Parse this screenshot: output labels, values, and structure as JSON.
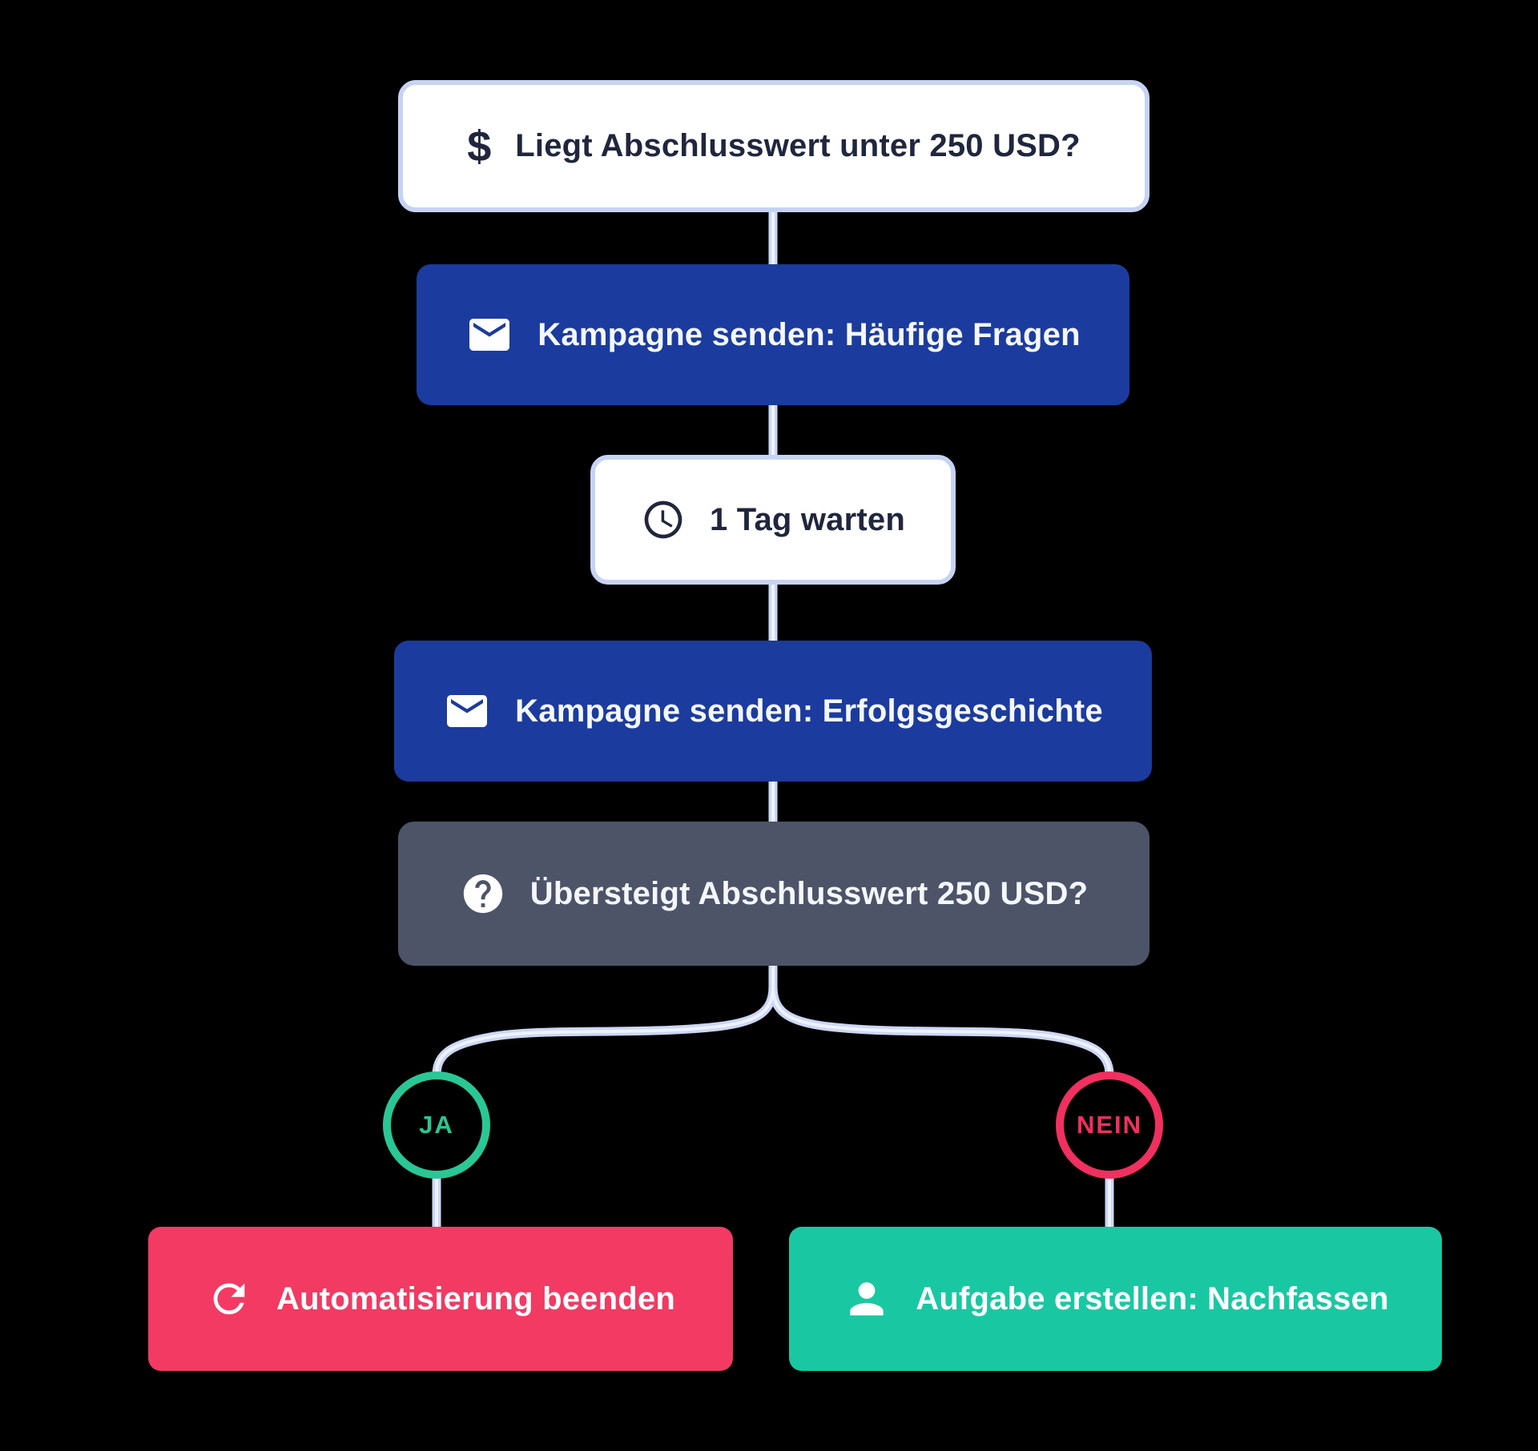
{
  "flowchart": {
    "nodes": {
      "deal_under": {
        "label": "Liegt Abschlusswert unter 250 USD?",
        "icon": "dollar-icon"
      },
      "campaign_faq": {
        "label": "Kampagne senden: Häufige Fragen",
        "icon": "mail-icon"
      },
      "wait": {
        "label": "1 Tag warten",
        "icon": "clock-icon"
      },
      "campaign_success": {
        "label": "Kampagne senden: Erfolgsgeschichte",
        "icon": "mail-icon"
      },
      "question": {
        "label": "Übersteigt Abschlusswert 250 USD?",
        "icon": "question-icon"
      },
      "end_automation": {
        "label": "Automatisierung beenden",
        "icon": "refresh-icon"
      },
      "create_task": {
        "label": "Aufgabe erstellen: Nachfassen",
        "icon": "person-icon"
      }
    },
    "branches": {
      "yes": "JA",
      "no": "NEIN"
    },
    "icons": {
      "dollar_glyph": "$"
    },
    "colors": {
      "background": "#000000",
      "connector": "#ccd7f4",
      "connector_core": "#eef2fd",
      "node_blue": "#1b3b9e",
      "node_gray": "#4d5468",
      "node_pink": "#f23a63",
      "node_green": "#19c8a2",
      "ring_yes": "#29c795",
      "ring_no": "#f0305f",
      "light_box_border": "#c7d3f3",
      "dark_text": "#20263d"
    }
  }
}
